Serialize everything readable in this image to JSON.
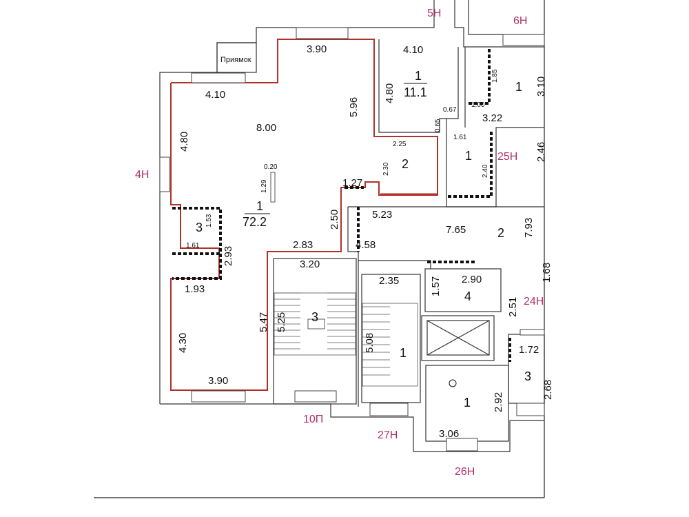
{
  "plan": {
    "pit_label": "Приямок",
    "main_room": {
      "number": "1",
      "area": "72.2"
    },
    "room_11": {
      "number": "1",
      "area": "11.1"
    },
    "rooms": [
      "2",
      "3",
      "3",
      "1",
      "4",
      "1",
      "1",
      "1",
      "2",
      "3"
    ],
    "dimensions": [
      "3.90",
      "4.10",
      "4.10",
      "4.80",
      "8.00",
      "5.96",
      "4.80",
      "0.65",
      "0.67",
      "1.85",
      "1.00",
      "3.10",
      "3.22",
      "1.61",
      "2.46",
      "2.40",
      "2.25",
      "2.30",
      "0.20",
      "1.29",
      "1.27",
      "2.50",
      "5.23",
      "7.65",
      "7.93",
      "1.53",
      "1.61",
      "2.93",
      "2.83",
      "4.58",
      "3.20",
      "2.35",
      "2.90",
      "1.57",
      "2.51",
      "1.93",
      "5.47",
      "5.25",
      "4.30",
      "5.08",
      "1.72",
      "3.90",
      "2.92",
      "3.06",
      "2.68",
      "1.68"
    ],
    "openings": [
      "5Н",
      "6Н",
      "4Н",
      "25Н",
      "24Н",
      "10П",
      "27Н",
      "26Н"
    ]
  },
  "colors": {
    "outline": "#b0302a",
    "label": "#b0306a"
  }
}
